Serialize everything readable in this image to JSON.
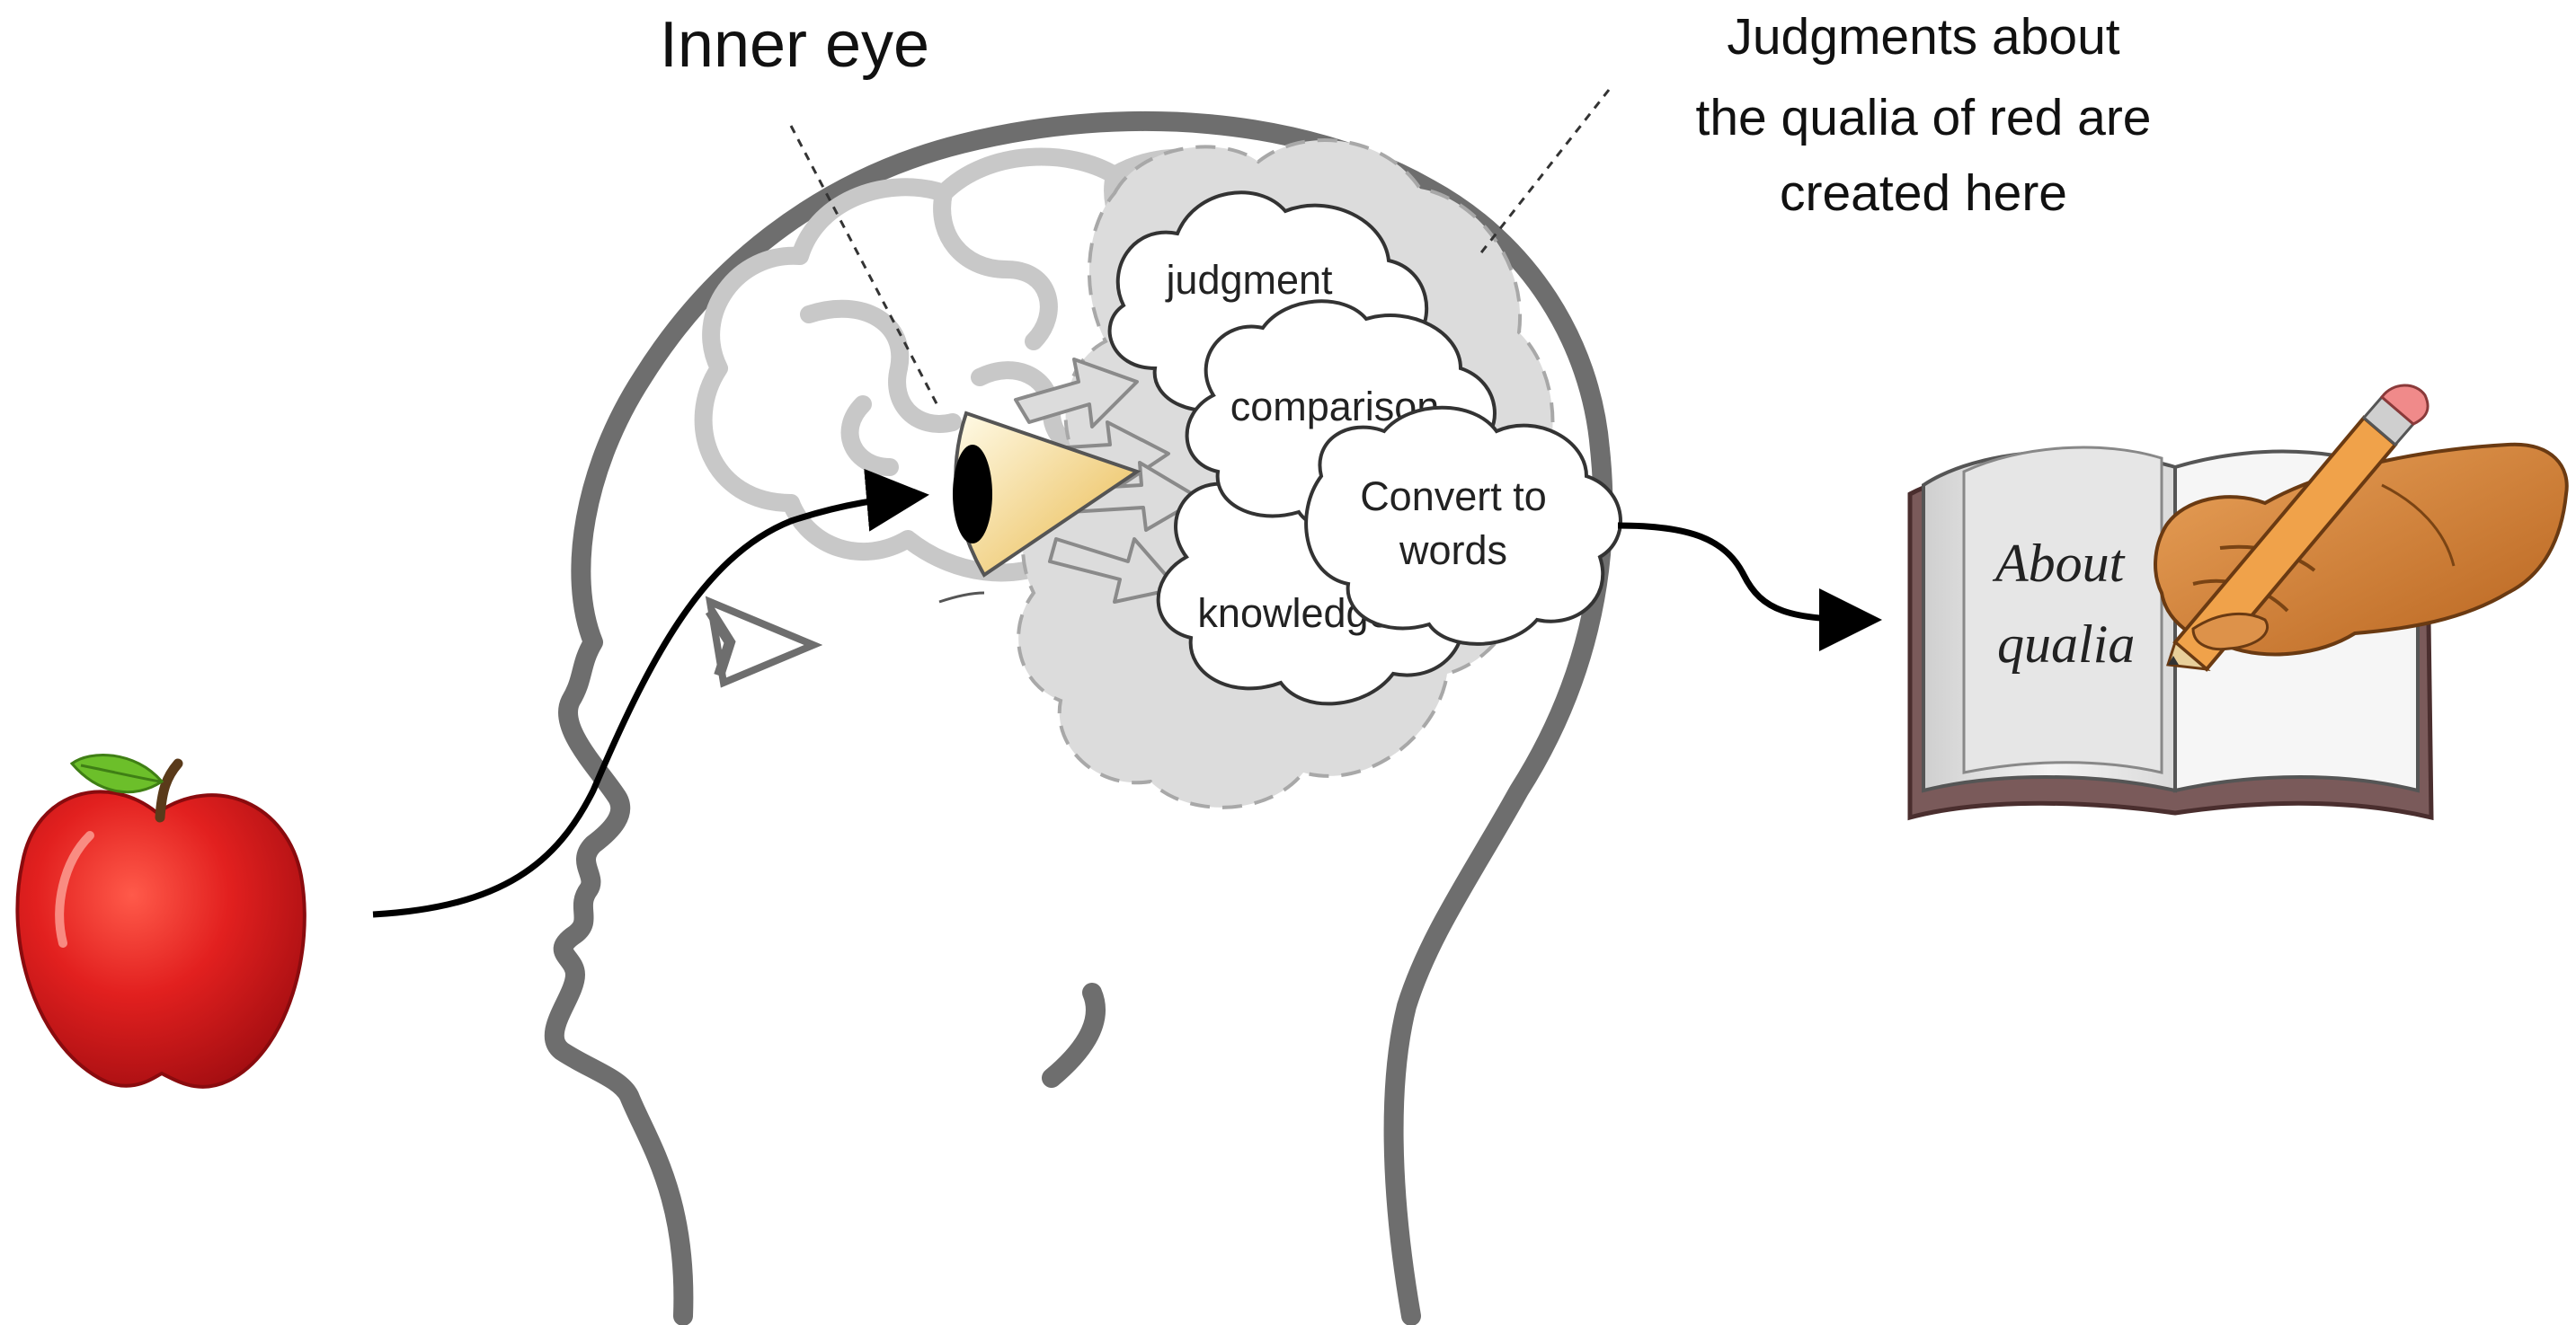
{
  "labels": {
    "inner_eye": "Inner eye",
    "judgments_line1": "Judgments about",
    "judgments_line2": "the qualia of red are",
    "judgments_line3": "created here"
  },
  "clouds": {
    "judgment": "judgment",
    "comparison": "comparison",
    "knowledge": "knowledge",
    "convert_line1": "Convert to",
    "convert_line2": "words"
  },
  "book": {
    "line1": "About",
    "line2": "qualia"
  },
  "colors": {
    "head_outline": "#6e6e6e",
    "brain_lines": "#c8c8c8",
    "brain_region": "#d9d9d9",
    "apple_red": "#d8181c",
    "apple_leaf": "#6cbf2a",
    "eye_cone": "#f3d27a",
    "arrow_black": "#000000"
  }
}
